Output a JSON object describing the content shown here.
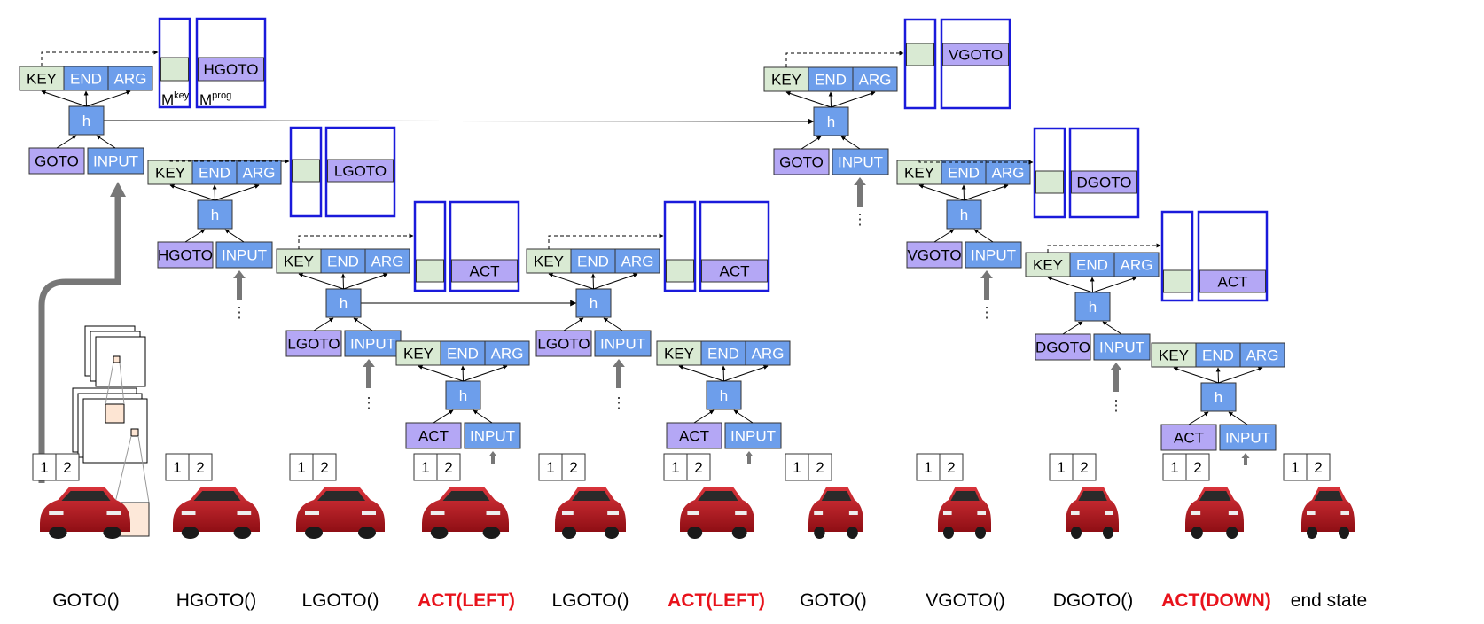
{
  "labels": {
    "key": "KEY",
    "end": "END",
    "arg": "ARG",
    "h": "h",
    "input": "INPUT",
    "m_key_base": "M",
    "m_key_sup": "key",
    "m_prog_base": "M",
    "m_prog_sup": "prog",
    "ellipsis": "⋮",
    "slot1": "1",
    "slot2": "2"
  },
  "cores": [
    {
      "program": "GOTO",
      "memory": "HGOTO"
    },
    {
      "program": "HGOTO",
      "memory": "LGOTO"
    },
    {
      "program": "LGOTO",
      "memory": "ACT"
    },
    {
      "program": "ACT"
    },
    {
      "program": "LGOTO",
      "memory": "ACT"
    },
    {
      "program": "ACT"
    },
    {
      "program": "GOTO",
      "memory": "VGOTO"
    },
    {
      "program": "VGOTO",
      "memory": "DGOTO"
    },
    {
      "program": "DGOTO",
      "memory": "ACT"
    },
    {
      "program": "ACT"
    }
  ],
  "timeline": [
    {
      "label": "GOTO()",
      "highlight": false
    },
    {
      "label": "HGOTO()",
      "highlight": false
    },
    {
      "label": "LGOTO()",
      "highlight": false
    },
    {
      "label": "ACT(LEFT)",
      "highlight": true
    },
    {
      "label": "LGOTO()",
      "highlight": false
    },
    {
      "label": "ACT(LEFT)",
      "highlight": true
    },
    {
      "label": "GOTO()",
      "highlight": false
    },
    {
      "label": "VGOTO()",
      "highlight": false
    },
    {
      "label": "DGOTO()",
      "highlight": false
    },
    {
      "label": "ACT(DOWN)",
      "highlight": true
    },
    {
      "label": "end state",
      "highlight": false
    }
  ],
  "colors": {
    "key_fill": "#d9ead3",
    "blue_fill": "#6d9eeb",
    "purple_fill": "#b4a7f5",
    "memory_border": "#1a1adb",
    "highlight_text": "#e8121b",
    "car_body": "#b5141c"
  }
}
